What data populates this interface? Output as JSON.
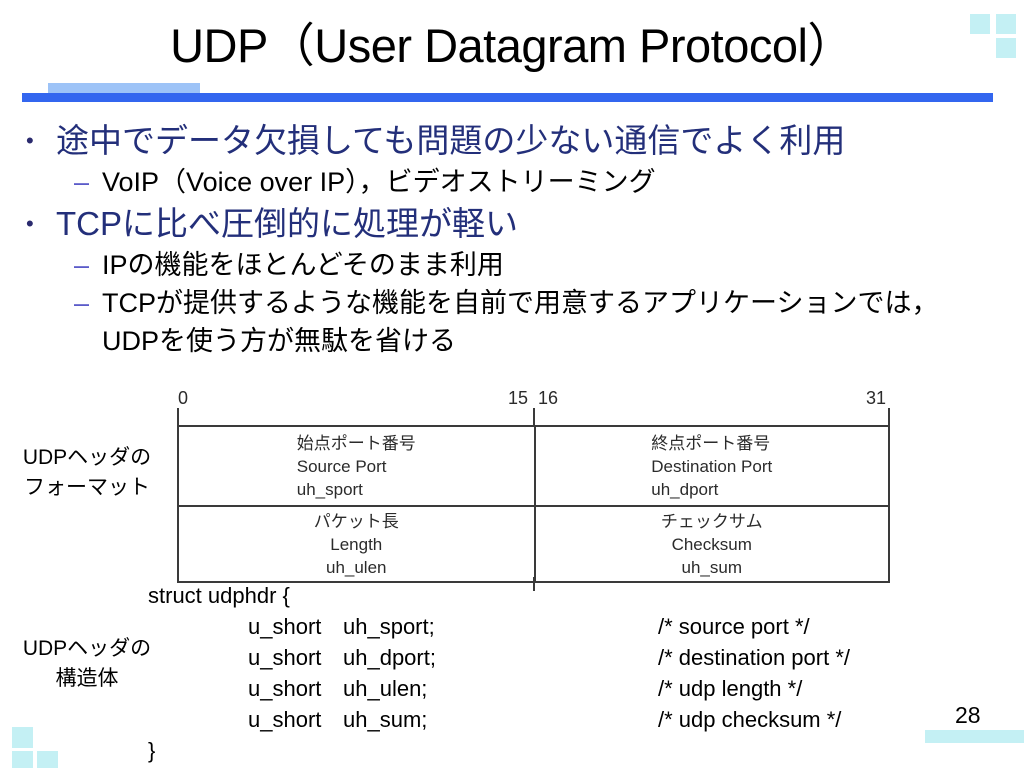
{
  "slide": {
    "title": "UDP（User Datagram Protocol）",
    "page_number": "28",
    "accent_light": "#c4f0f4",
    "accent_bar_light": "#9dc3f7",
    "accent_bar_dark": "#3366ef",
    "bullet_text_color": "#232f7a"
  },
  "bullets": [
    {
      "marker": "•",
      "text": "途中でデータ欠損しても問題の少ない通信でよく利用",
      "sub": [
        {
          "marker": "–",
          "text": "VoIP（Voice over IP），ビデオストリーミング"
        }
      ]
    },
    {
      "marker": "•",
      "text": "TCPに比べ圧倒的に処理が軽い",
      "sub": [
        {
          "marker": "–",
          "text": "IPの機能をほとんどそのまま利用"
        },
        {
          "marker": "–",
          "text": "TCPが提供するような機能を自前で用意するアプリケーションでは，UDPを使う方が無駄を省ける"
        }
      ]
    }
  ],
  "header_format": {
    "label_line1": "UDPヘッダの",
    "label_line2": "フォーマット",
    "bit_ruler": {
      "start": "0",
      "mid_left": "15",
      "mid_right": "16",
      "end": "31"
    },
    "rows": [
      [
        {
          "jp": "始点ポート番号",
          "en": "Source Port",
          "field": "uh_sport"
        },
        {
          "jp": "終点ポート番号",
          "en": "Destination Port",
          "field": "uh_dport"
        }
      ],
      [
        {
          "jp": "パケット長",
          "en": "Length",
          "field": "uh_ulen"
        },
        {
          "jp": "チェックサム",
          "en": "Checksum",
          "field": "uh_sum"
        }
      ]
    ]
  },
  "struct": {
    "label_line1": "UDPヘッダの",
    "label_line2": "構造体",
    "open": "struct udphdr {",
    "close": "}",
    "fields": [
      {
        "type": "u_short",
        "name": "uh_sport;",
        "comment": "/* source port */"
      },
      {
        "type": "u_short",
        "name": "uh_dport;",
        "comment": "/* destination port */"
      },
      {
        "type": "u_short",
        "name": "uh_ulen;",
        "comment": "/* udp length */"
      },
      {
        "type": "u_short",
        "name": "uh_sum;",
        "comment": "/* udp checksum */"
      }
    ]
  }
}
